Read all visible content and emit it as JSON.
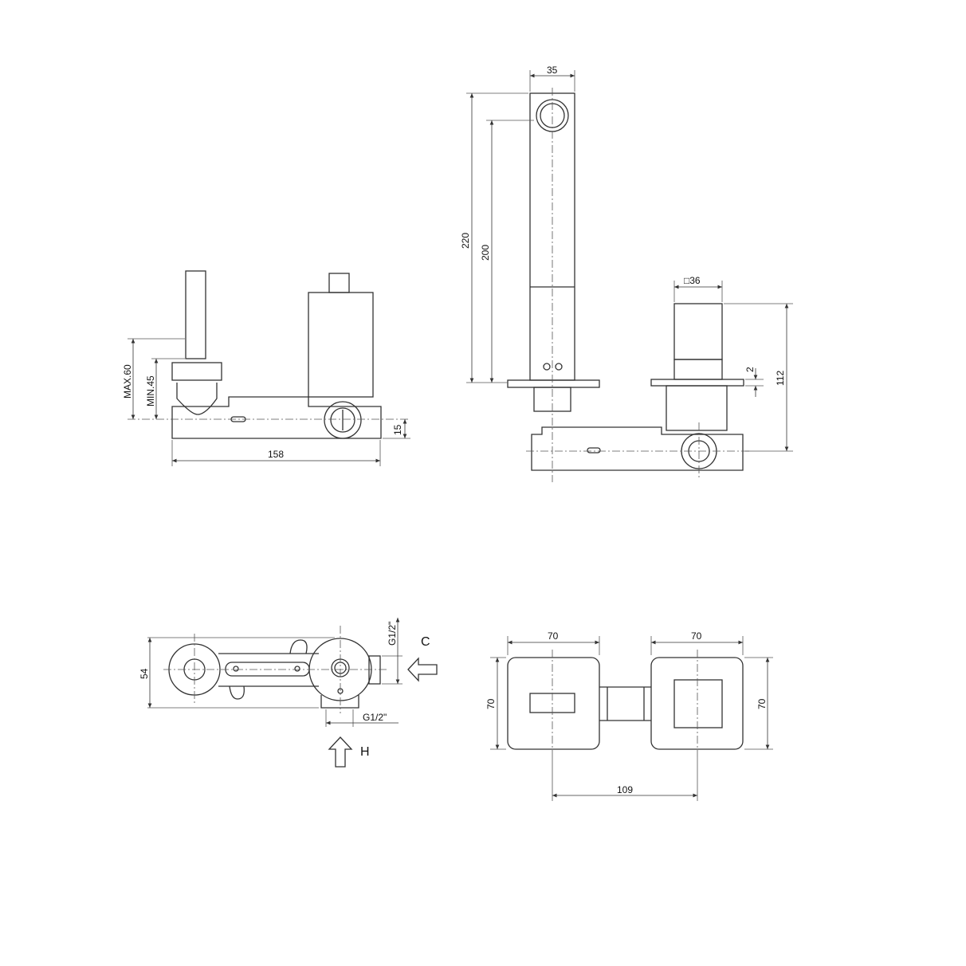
{
  "side_view": {
    "max_label": "MAX.60",
    "min_label": "MIN.45",
    "length_label": "158",
    "offset_label": "15"
  },
  "front_view": {
    "spout_width": "35",
    "total_height": "220",
    "spout_height": "200",
    "handle_size": "□36",
    "plate_label": "2",
    "handle_height": "112"
  },
  "top_view": {
    "width_label": "54",
    "cold_thread": "G1/2\"",
    "hot_thread": "G1/2\"",
    "cold_label": "C",
    "hot_label": "H"
  },
  "plate_view": {
    "left_width": "70",
    "right_width": "70",
    "left_height": "70",
    "right_height": "70",
    "spacing": "109"
  }
}
